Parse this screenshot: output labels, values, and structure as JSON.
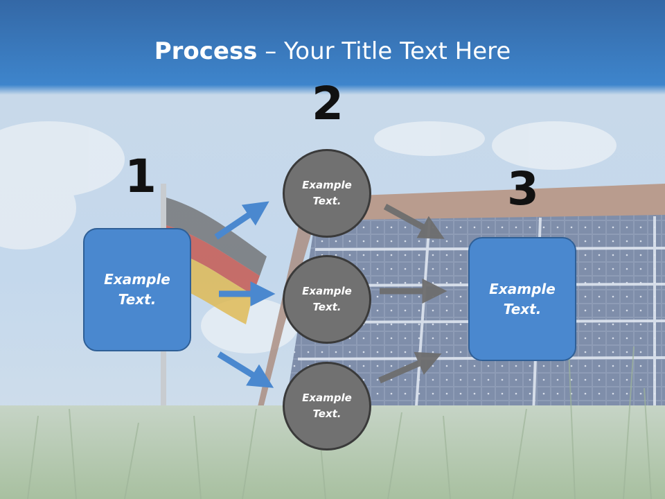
{
  "title": {
    "bold": "Process",
    "rest": " – Your Title Text Here"
  },
  "steps": {
    "one": "1",
    "two": "2",
    "three": "3"
  },
  "boxes": {
    "left": "Example Text.",
    "right": "Example Text."
  },
  "circles": [
    {
      "text": "Example Text."
    },
    {
      "text": "Example Text."
    },
    {
      "text": "Example Text."
    }
  ],
  "colors": {
    "box_fill": "#4a88cf",
    "circle_fill": "#717171",
    "arrow_blue": "#4a88cf",
    "arrow_gray": "#6e6e6e",
    "header": "#3a7cc4"
  }
}
